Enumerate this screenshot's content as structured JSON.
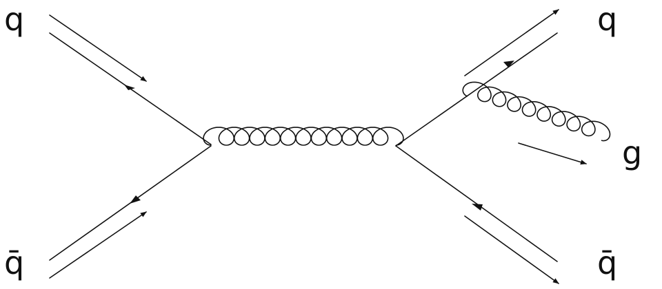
{
  "labels": {
    "incoming_quark": "q",
    "incoming_antiquark": "q̄",
    "outgoing_quark": "q",
    "outgoing_antiquark": "q̄",
    "emitted_gluon": "g"
  },
  "colors": {
    "ink": "#111111",
    "background": "#ffffff"
  }
}
